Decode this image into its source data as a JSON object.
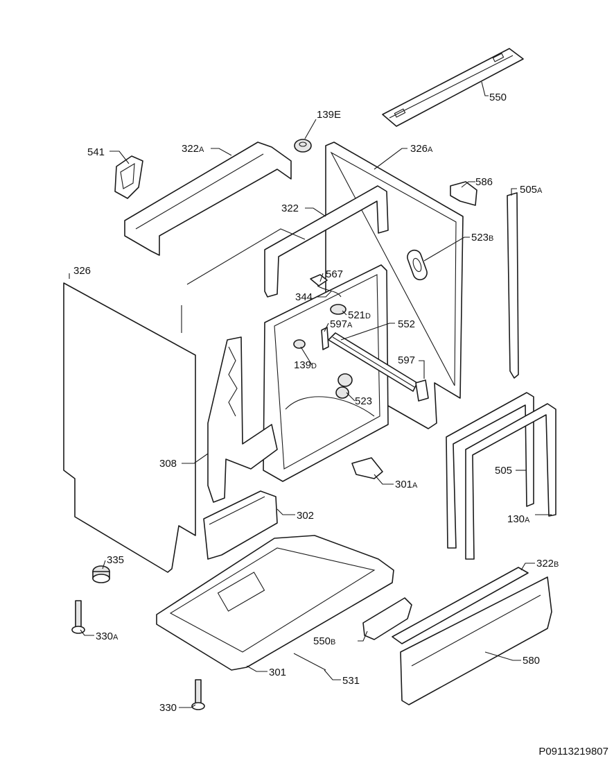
{
  "diagram": {
    "reference_code": "P09113219807",
    "parts": {
      "p550": "550",
      "p139E": "139E",
      "p541": "541",
      "p322A": "322",
      "p322A_suffix": "A",
      "p326A": "326",
      "p326A_suffix": "A",
      "p586": "586",
      "p505A": "505",
      "p505A_suffix": "A",
      "p322": "322",
      "p523B": "523",
      "p523B_suffix": "B",
      "p326": "326",
      "p567": "567",
      "p344": "344",
      "p521D": "521",
      "p521D_suffix": "D",
      "p597A": "597",
      "p597A_suffix": "A",
      "p552": "552",
      "p139D": "139",
      "p139D_suffix": "D",
      "p597": "597",
      "p523": "523",
      "p308": "308",
      "p505": "505",
      "p301A": "301",
      "p301A_suffix": "A",
      "p302": "302",
      "p130A": "130",
      "p130A_suffix": "A",
      "p335": "335",
      "p322B": "322",
      "p322B_suffix": "B",
      "p330A": "330",
      "p330A_suffix": "A",
      "p550B": "550",
      "p550B_suffix": "B",
      "p580": "580",
      "p301": "301",
      "p531": "531",
      "p330": "330"
    }
  }
}
